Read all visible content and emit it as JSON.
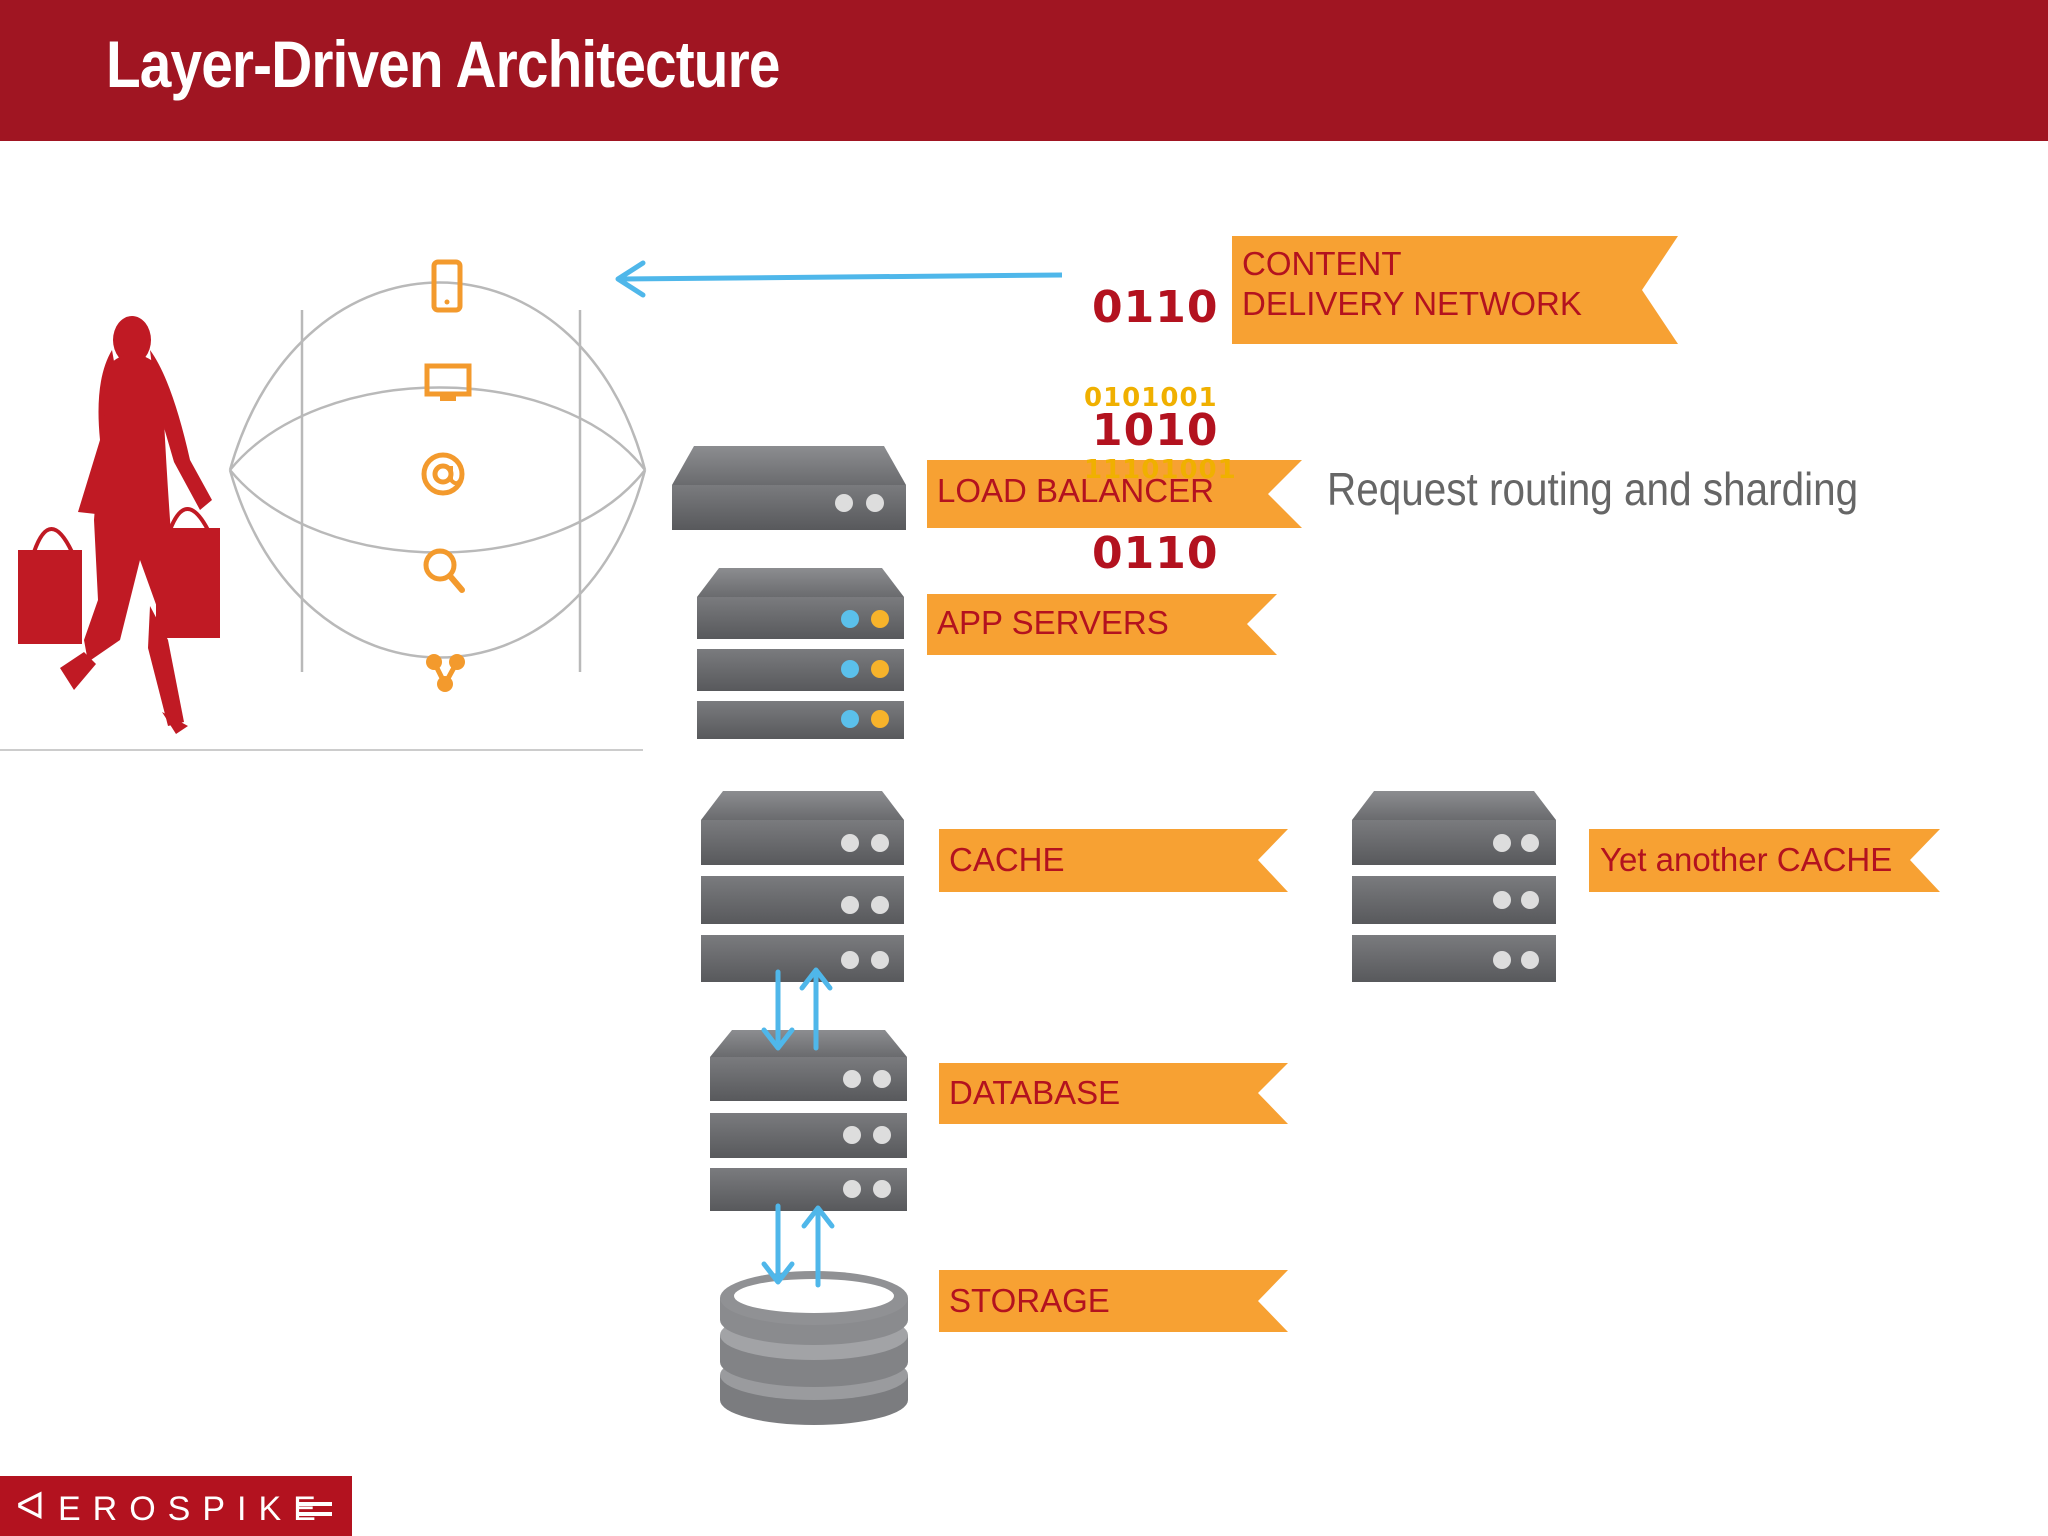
{
  "title": "Layer-Driven Architecture",
  "layers": {
    "cdn": {
      "label_line1": "CONTENT",
      "label_line2": "DELIVERY NETWORK",
      "binary_lines": [
        "0110",
        "1010",
        "0110"
      ],
      "binary_scatter": [
        "0101001",
        "11101001"
      ]
    },
    "load_balancer": {
      "label": "LOAD BALANCER",
      "note": "Request routing and sharding"
    },
    "app_servers": {
      "label": "APP SERVERS"
    },
    "cache": {
      "label": "CACHE"
    },
    "extra_cache": {
      "label": "Yet another CACHE"
    },
    "database": {
      "label": "DATABASE"
    },
    "storage": {
      "label": "STORAGE"
    }
  },
  "client_devices": [
    "phone-icon",
    "monitor-icon",
    "at-sign-icon",
    "search-icon",
    "share-icon"
  ],
  "logo": {
    "text": "EROSPIKE",
    "mark": "ᐊ"
  },
  "colors": {
    "header_red": "#a01522",
    "brand_red": "#b3121f",
    "banner_orange": "#f7a133",
    "device_orange": "#f39a2d",
    "arrow_blue": "#4fb7ea",
    "server_gray": "#6d6e71"
  }
}
